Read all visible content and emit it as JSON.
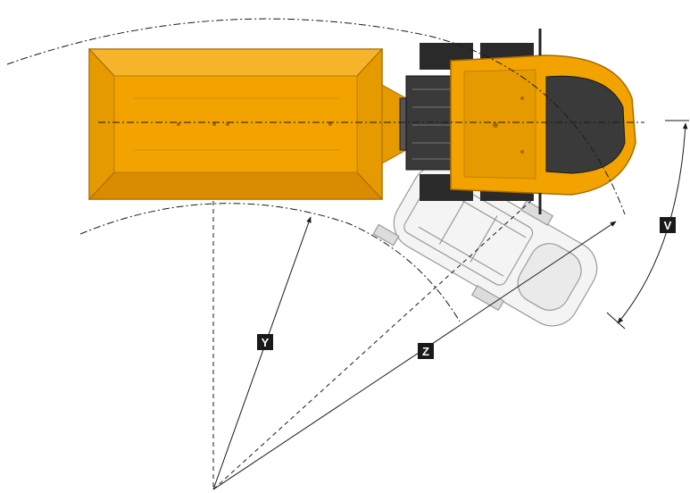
{
  "diagram": {
    "labels": {
      "y": "Y",
      "z": "Z",
      "v": "V"
    },
    "colors": {
      "machine_body": "#f2a300",
      "machine_shade": "#d98c00",
      "machine_outline": "#a86a00",
      "cab_glass": "#3a3a3a",
      "frame_dark": "#2a2a2a",
      "ghost_outline": "#9a9a9a",
      "line": "#1a1a1a",
      "label_bg": "#1a1a1a",
      "label_text": "#ffffff"
    }
  }
}
